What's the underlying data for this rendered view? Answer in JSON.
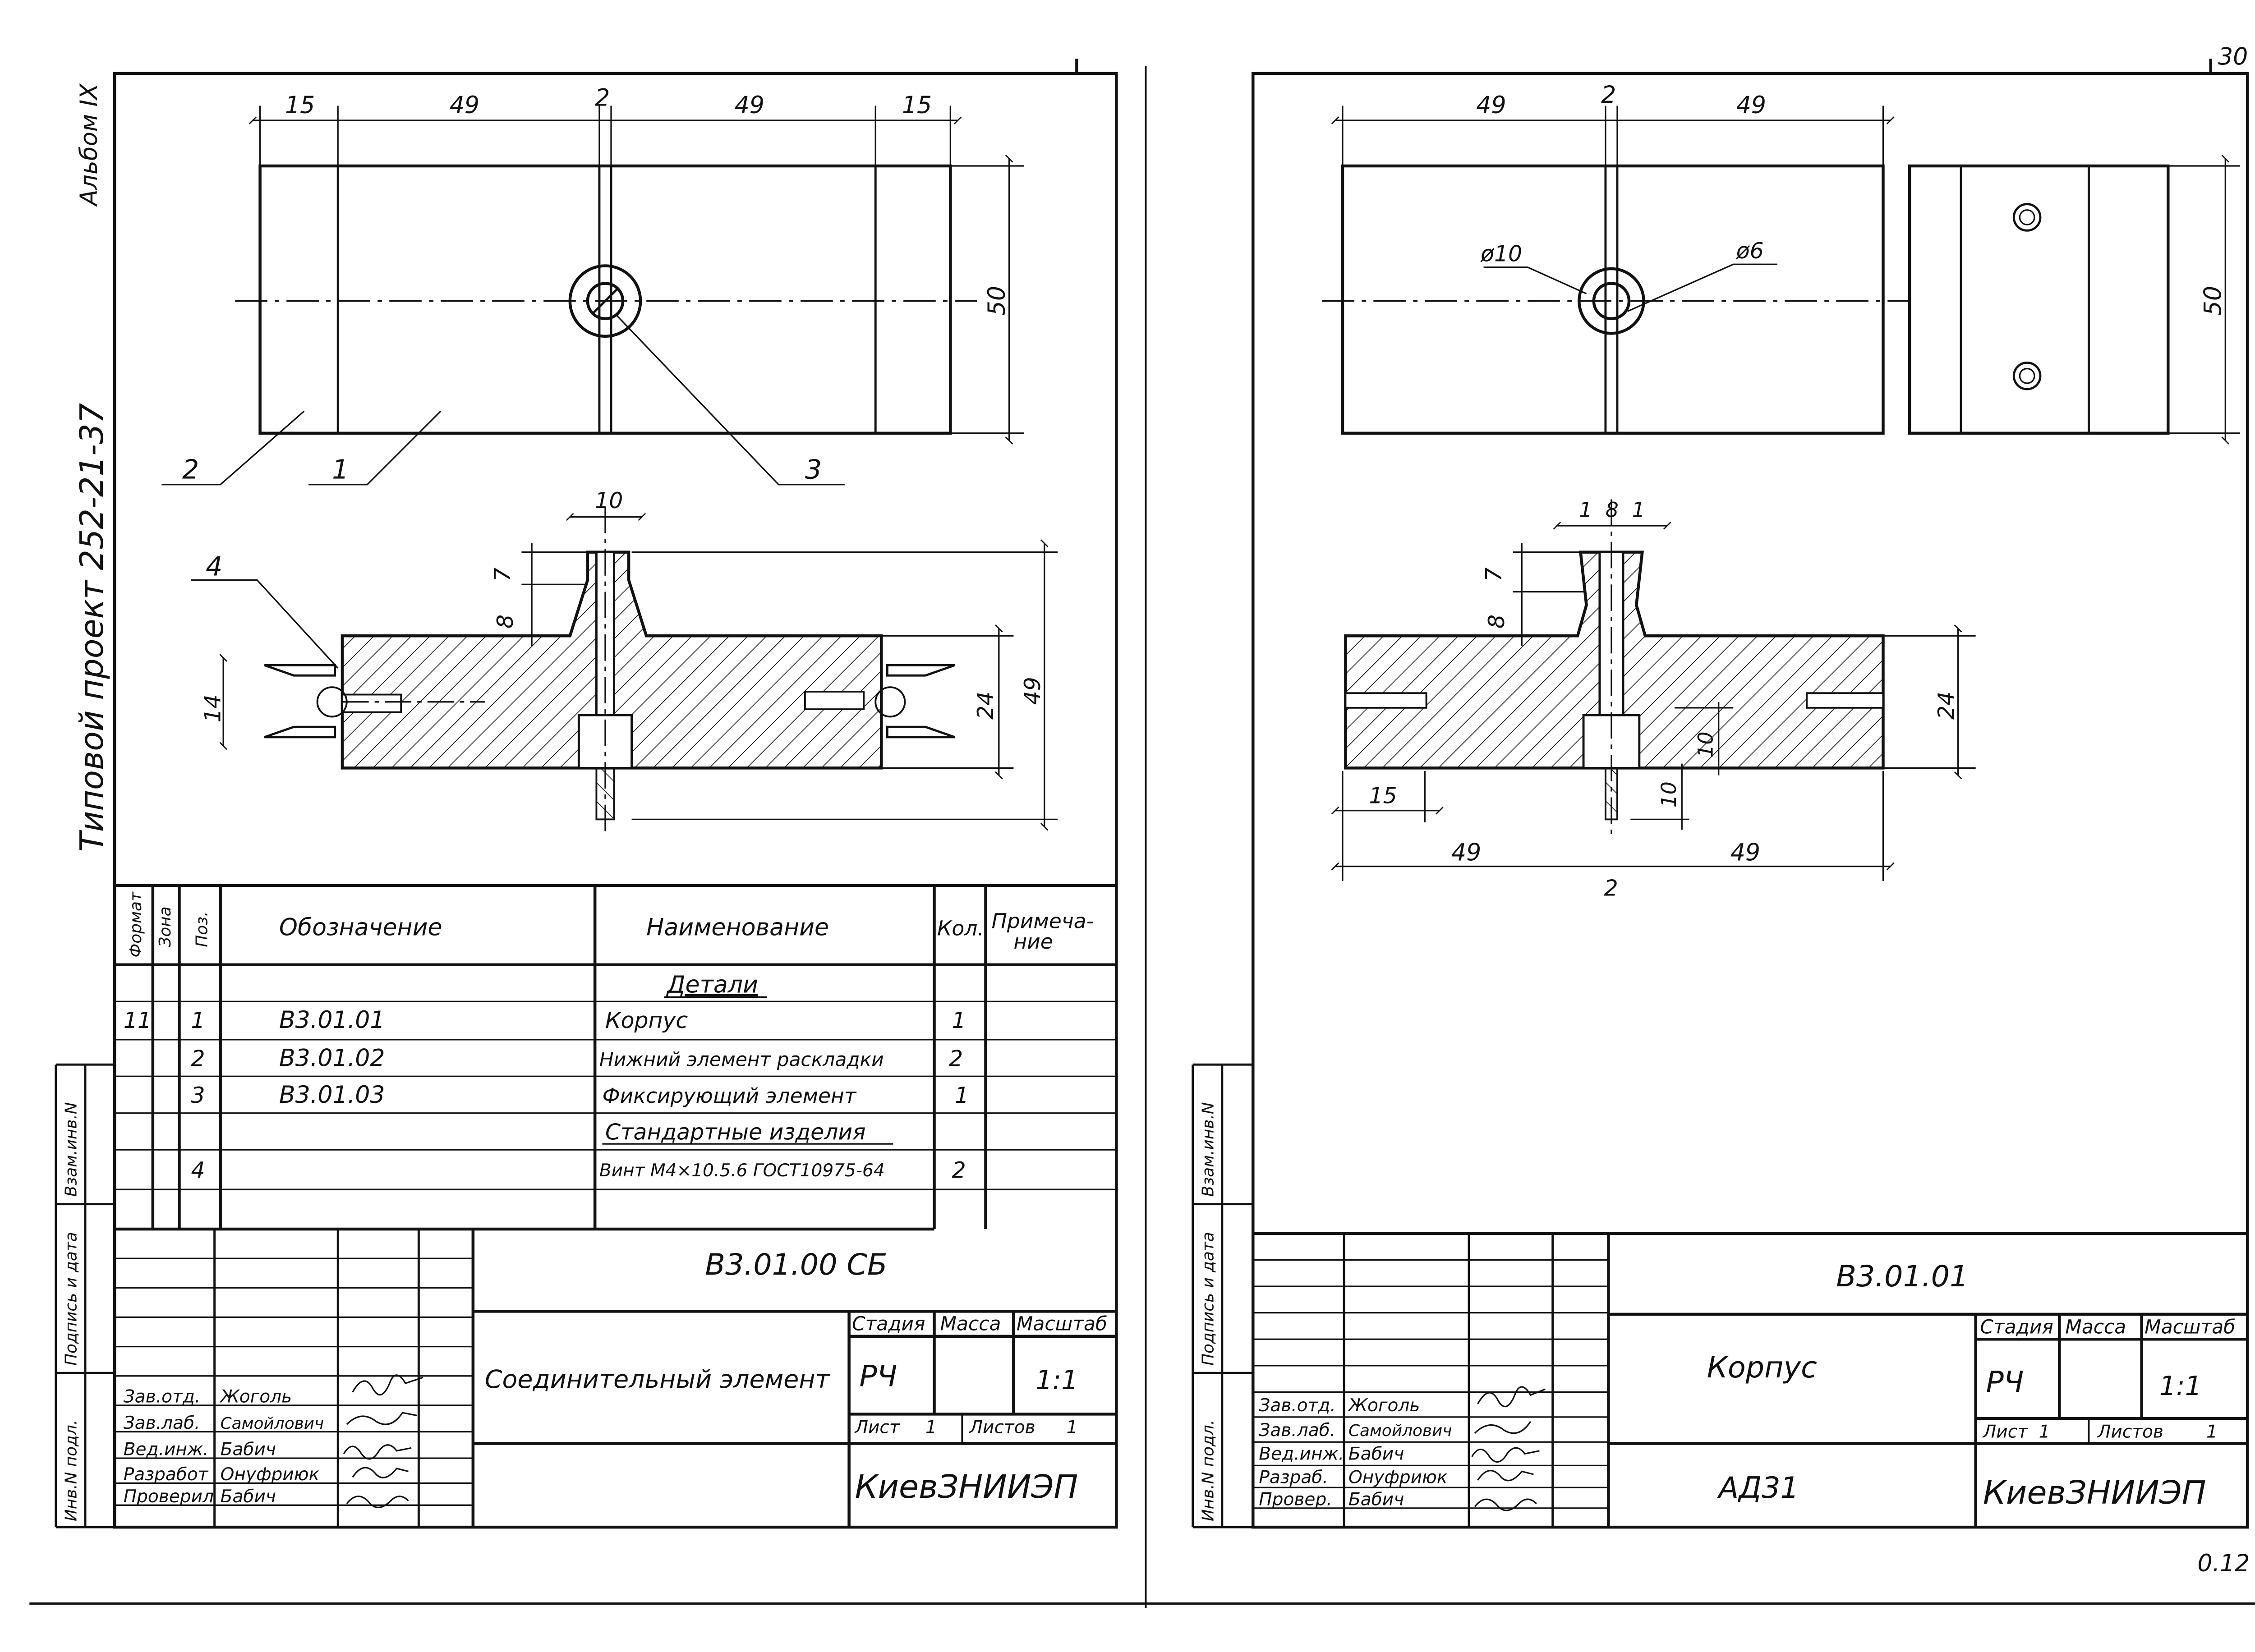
{
  "margin": {
    "album": "Альбом IX",
    "project": "Типовой проект 252-21-37",
    "sheet_corner": "30",
    "page_number": "0.12",
    "side_labels": [
      "Инв.N подл.",
      "Подпись и дата",
      "Взам.инв.N"
    ]
  },
  "left_sheet": {
    "dims": {
      "top": [
        "15",
        "49",
        "2",
        "49",
        "15"
      ],
      "height_plan": "50",
      "section_top_width": "10",
      "section_7": "7",
      "section_8": "8",
      "section_14": "14",
      "section_24": "24",
      "section_49": "49"
    },
    "callouts": [
      "1",
      "2",
      "3",
      "4"
    ],
    "spec": {
      "headers": {
        "format": "Формат",
        "zone": "Зона",
        "pos": "Поз.",
        "designation": "Обозначение",
        "name": "Наименование",
        "qty": "Кол.",
        "note": "Примеча-\nние"
      },
      "section_details": "Детали",
      "section_std": "Стандартные изделия",
      "rows": [
        {
          "format": "11",
          "pos": "1",
          "designation": "В3.01.01",
          "name": "Корпус",
          "qty": "1"
        },
        {
          "format": "",
          "pos": "2",
          "designation": "В3.01.02",
          "name": "Нижний элемент раскладки",
          "qty": "2"
        },
        {
          "format": "",
          "pos": "3",
          "designation": "В3.01.03",
          "name": "Фиксирующий элемент",
          "qty": "1"
        },
        {
          "format": "",
          "pos": "4",
          "designation": "",
          "name": "Винт М4×10.5.6 ГОСТ10975-64",
          "qty": "2"
        }
      ]
    },
    "stamp": {
      "code": "В3.01.00 СБ",
      "title": "Соединительный элемент",
      "stage_label": "Стадия",
      "mass_label": "Масса",
      "scale_label": "Масштаб",
      "stage": "РЧ",
      "scale": "1:1",
      "sheet_label": "Лист",
      "sheet": "1",
      "sheets_label": "Листов",
      "sheets": "1",
      "org": "КиевЗНИИЭП",
      "people": [
        {
          "role": "Зав.отд.",
          "name": "Жоголь"
        },
        {
          "role": "Зав.лаб.",
          "name": "Самойлович"
        },
        {
          "role": "Вед.инж.",
          "name": "Бабич"
        },
        {
          "role": "Разработ",
          "name": "Онуфриюк"
        },
        {
          "role": "Проверил",
          "name": "Бабич"
        }
      ]
    }
  },
  "right_sheet": {
    "dims": {
      "top": [
        "49",
        "2",
        "49"
      ],
      "height_plan": "50",
      "dia_outer": "ø10",
      "dia_inner": "ø6",
      "section_top": [
        "1",
        "8",
        "1"
      ],
      "section_7": "7",
      "section_8": "8",
      "section_24": "24",
      "section_10a": "10",
      "section_10b": "10",
      "section_15": "15",
      "bottom": [
        "49",
        "49"
      ],
      "bottom_gap": "2"
    },
    "stamp": {
      "code": "В3.01.01",
      "title": "Корпус",
      "material": "АД31",
      "stage_label": "Стадия",
      "mass_label": "Масса",
      "scale_label": "Масштаб",
      "stage": "РЧ",
      "scale": "1:1",
      "sheet_label": "Лист",
      "sheet": "1",
      "sheets_label": "Листов",
      "sheets": "1",
      "org": "КиевЗНИИЭП",
      "people": [
        {
          "role": "Зав.отд.",
          "name": "Жоголь"
        },
        {
          "role": "Зав.лаб.",
          "name": "Самойлович"
        },
        {
          "role": "Вед.инж.",
          "name": "Бабич"
        },
        {
          "role": "Разраб.",
          "name": "Онуфриюк"
        },
        {
          "role": "Провер.",
          "name": "Бабич"
        }
      ]
    }
  }
}
